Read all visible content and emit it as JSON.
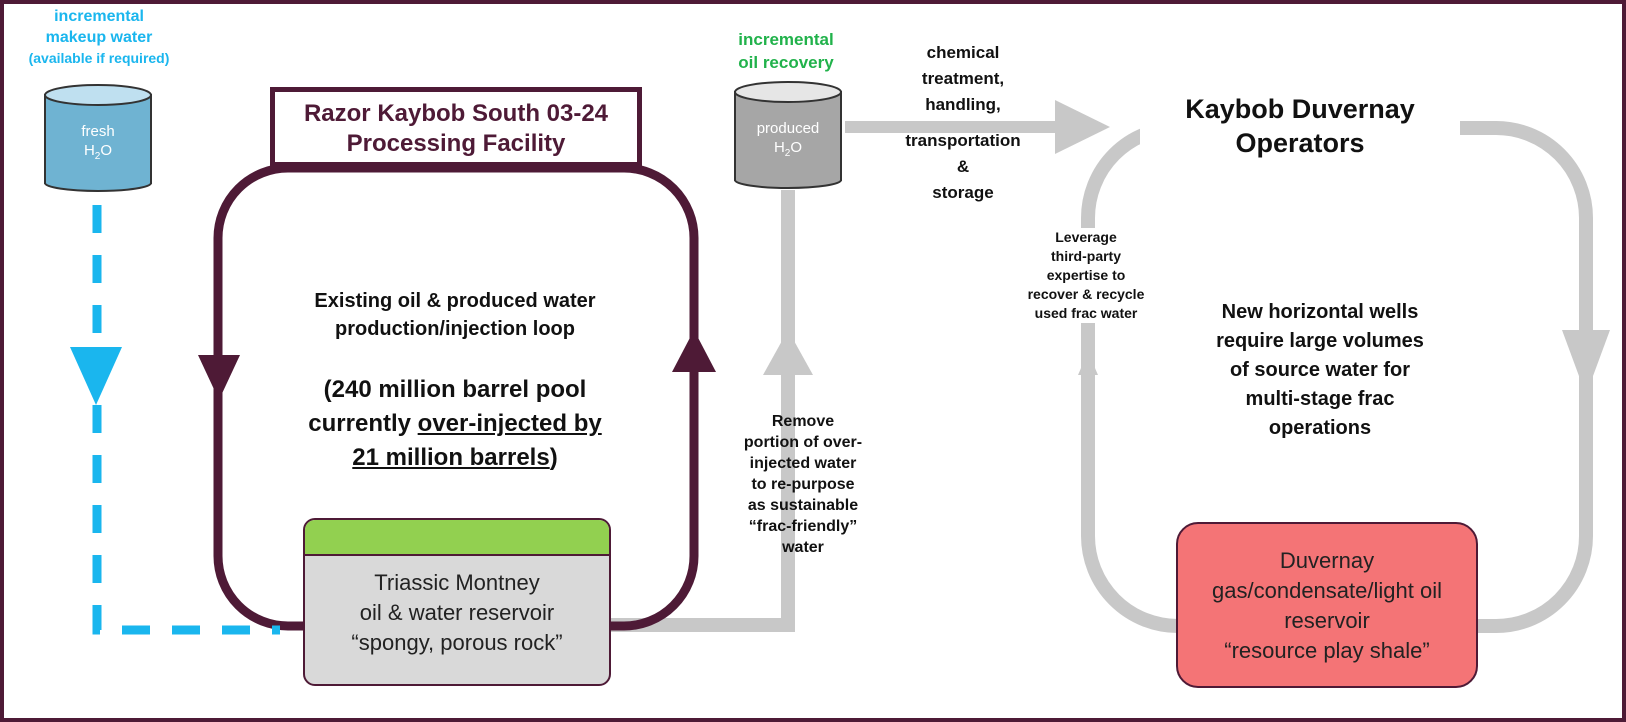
{
  "makeup": {
    "title_lines": [
      "incremental",
      "makeup water",
      "(available if required)"
    ],
    "tank_lines": [
      "fresh",
      "H",
      "2",
      "O"
    ]
  },
  "facility": {
    "title_lines": [
      "Razor Kaybob South 03-24",
      "Processing Facility"
    ],
    "loop_lines": [
      "Existing oil & produced water",
      "production/injection loop"
    ],
    "pool_line1": "(240 million barrel pool",
    "pool_line2_pre": "currently ",
    "pool_line2_u": "over-injected by",
    "pool_line3_u": "21 million barrels",
    "pool_line3_post": ")"
  },
  "oil_recovery": {
    "title_lines": [
      "incremental",
      "oil recovery"
    ],
    "tank_lines": [
      "produced",
      "H",
      "2",
      "O"
    ]
  },
  "remove_text": [
    "Remove",
    "portion of over-",
    "injected water",
    "to re-purpose",
    "as sustainable",
    "“frac-friendly”",
    "water"
  ],
  "transport_text": [
    "chemical",
    "treatment,",
    "handling,",
    "",
    "transportation",
    "&",
    "storage"
  ],
  "operators": {
    "title_lines": [
      "Kaybob Duvernay",
      "Operators"
    ],
    "leverage_text": [
      "Leverage",
      "third-party",
      "expertise to",
      "recover & recycle",
      "used frac water"
    ],
    "wells_text": [
      "New horizontal wells",
      "require large volumes",
      "of source water for",
      "multi-stage frac",
      "operations"
    ]
  },
  "montney_reservoir": {
    "lines": [
      "Triassic Montney",
      "oil & water reservoir",
      "“spongy, porous rock”"
    ]
  },
  "duvernay_reservoir": {
    "lines": [
      "Duvernay",
      "gas/condensate/light oil",
      "reservoir",
      "“resource play shale”"
    ]
  },
  "colors": {
    "frame": "#4e1a36",
    "cyan": "#1ab6ee",
    "grey": "#c8c8c8",
    "green_text": "#21b24b",
    "green_bar": "#92d050",
    "red_reservoir": "#f47476",
    "fresh_tank": "#6fb3d2"
  }
}
